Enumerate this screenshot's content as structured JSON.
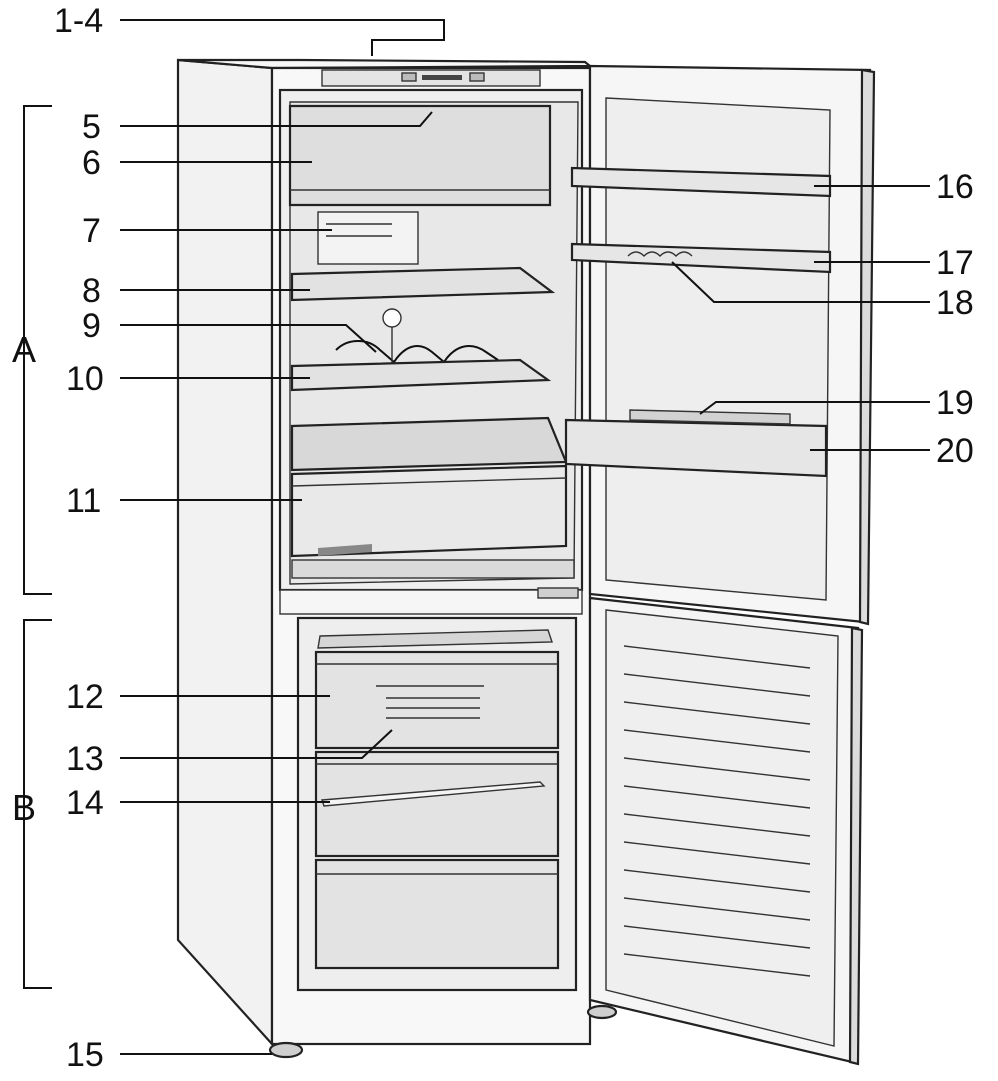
{
  "labels": {
    "l1_4": "1-4",
    "l5": "5",
    "l6": "6",
    "l7": "7",
    "l8": "8",
    "l9": "9",
    "l10": "10",
    "l11": "11",
    "l12": "12",
    "l13": "13",
    "l14": "14",
    "l15": "15",
    "l16": "16",
    "l17": "17",
    "l18": "18",
    "l19": "19",
    "l20": "20"
  },
  "sections": {
    "a": "A",
    "b": "B"
  },
  "colors": {
    "body_light": "#f4f4f4",
    "interior": "#ececec",
    "shade": "#d6d6d6",
    "line": "#111111"
  }
}
